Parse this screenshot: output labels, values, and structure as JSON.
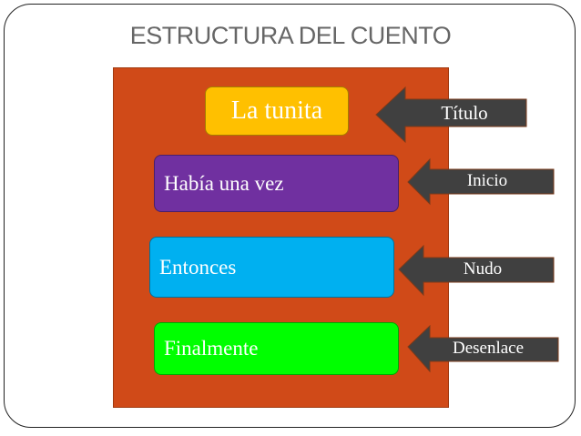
{
  "slide": {
    "title": "ESTRUCTURA DEL CUENTO",
    "boxes": [
      {
        "text": "La tunita",
        "color": "#ffc000"
      },
      {
        "text": "Había una vez",
        "color": "#7030a0"
      },
      {
        "text": "Entonces",
        "color": "#00b0f0"
      },
      {
        "text": "Finalmente",
        "color": "#00ff00"
      }
    ],
    "arrows": [
      {
        "label": "Título"
      },
      {
        "label": "Inicio"
      },
      {
        "label": "Nudo"
      },
      {
        "label": "Desenlace"
      }
    ],
    "panel_color": "#d04a18",
    "arrow_color": "#404040"
  }
}
